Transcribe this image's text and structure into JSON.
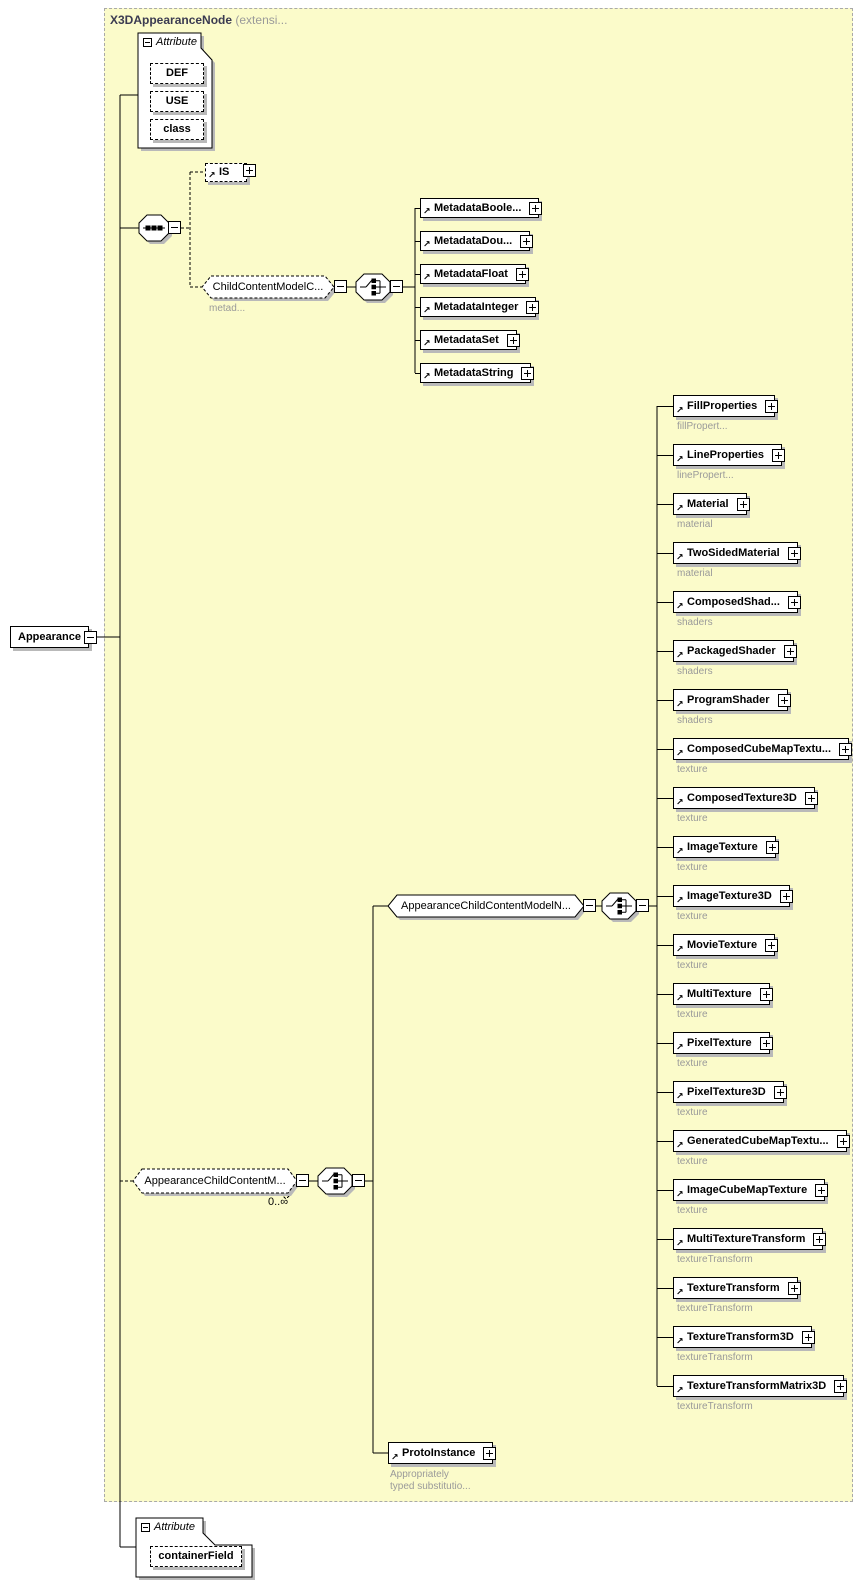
{
  "colors": {
    "canvas_background": "#ffffff",
    "region_background": "#fbfbca",
    "region_border": "#a9a9a9",
    "box_border": "#000000",
    "shadow": "#b9b9b9",
    "muted_text": "#9a9a9a",
    "header_text": "#3b3b51"
  },
  "header": {
    "name": "X3DAppearanceNode",
    "suffix": "(extensi..."
  },
  "root": {
    "label": "Appearance"
  },
  "attributes_top": {
    "title": "Attribute",
    "items": [
      {
        "label": "DEF"
      },
      {
        "label": "USE"
      },
      {
        "label": "class"
      }
    ]
  },
  "is_node": {
    "label": "IS"
  },
  "child_content_model": {
    "label": "ChildContentModelC...",
    "sublabel": "metad..."
  },
  "metadata_elements": {
    "items": [
      {
        "label": "MetadataBoole..."
      },
      {
        "label": "MetadataDou..."
      },
      {
        "label": "MetadataFloat"
      },
      {
        "label": "MetadataInteger"
      },
      {
        "label": "MetadataSet"
      },
      {
        "label": "MetadataString"
      }
    ]
  },
  "appearance_child_group": {
    "label": "AppearanceChildContentM...",
    "occurs": "0..∞"
  },
  "appearance_child_model": {
    "label": "AppearanceChildContentModelN..."
  },
  "content_elements": {
    "items": [
      {
        "label": "FillProperties",
        "sublabel": "fillPropert..."
      },
      {
        "label": "LineProperties",
        "sublabel": "linePropert..."
      },
      {
        "label": "Material",
        "sublabel": "material"
      },
      {
        "label": "TwoSidedMaterial",
        "sublabel": "material"
      },
      {
        "label": "ComposedShad...",
        "sublabel": "shaders"
      },
      {
        "label": "PackagedShader",
        "sublabel": "shaders"
      },
      {
        "label": "ProgramShader",
        "sublabel": "shaders"
      },
      {
        "label": "ComposedCubeMapTextu...",
        "sublabel": "texture"
      },
      {
        "label": "ComposedTexture3D",
        "sublabel": "texture"
      },
      {
        "label": "ImageTexture",
        "sublabel": "texture"
      },
      {
        "label": "ImageTexture3D",
        "sublabel": "texture"
      },
      {
        "label": "MovieTexture",
        "sublabel": "texture"
      },
      {
        "label": "MultiTexture",
        "sublabel": "texture"
      },
      {
        "label": "PixelTexture",
        "sublabel": "texture"
      },
      {
        "label": "PixelTexture3D",
        "sublabel": "texture"
      },
      {
        "label": "GeneratedCubeMapTextu...",
        "sublabel": "texture"
      },
      {
        "label": "ImageCubeMapTexture",
        "sublabel": "texture"
      },
      {
        "label": "MultiTextureTransform",
        "sublabel": "textureTransform"
      },
      {
        "label": "TextureTransform",
        "sublabel": "textureTransform"
      },
      {
        "label": "TextureTransform3D",
        "sublabel": "textureTransform"
      },
      {
        "label": "TextureTransformMatrix3D",
        "sublabel": "textureTransform"
      }
    ]
  },
  "proto_instance": {
    "label": "ProtoInstance",
    "note_line1": "Appropriately",
    "note_line2": "typed substitutio..."
  },
  "attributes_bottom": {
    "title": "Attribute",
    "items": [
      {
        "label": "containerField"
      }
    ]
  }
}
